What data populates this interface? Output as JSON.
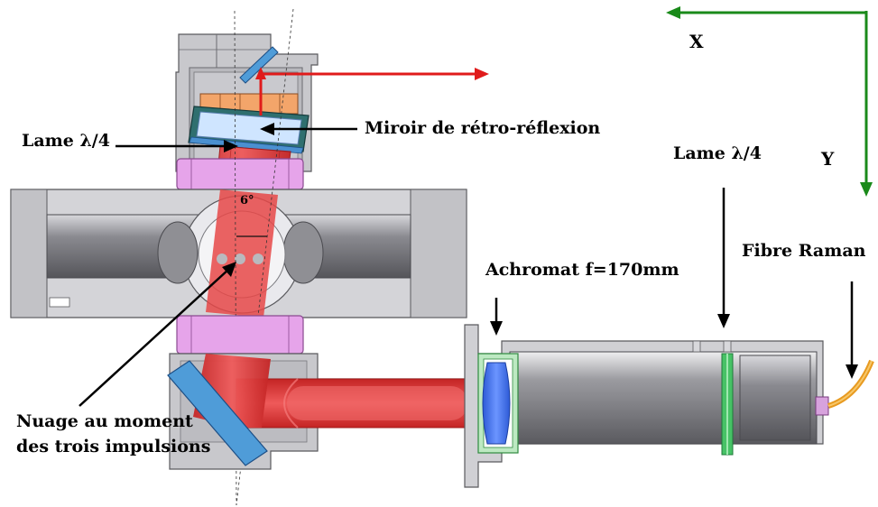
{
  "labels": {
    "lame_left": "Lame λ/4",
    "miroir": "Miroir de rétro-réflexion",
    "angle": "6°",
    "lame_right": "Lame λ/4",
    "achromat": "Achromat f=170mm",
    "fibre": "Fibre Raman",
    "nuage_line1": "Nuage au moment",
    "nuage_line2": "des trois impulsions",
    "axis_x": "X",
    "axis_y": "Y"
  },
  "colors": {
    "beam": "#e83838",
    "beam_dark": "#b81c1c",
    "housing": "#c6c6ca",
    "housing_dark": "#7d7d82",
    "pink_mount": "#e6a4ea",
    "mirror_blue": "#4f9cd8",
    "lens_blue": "#3b6fe0",
    "green_ring": "#47c266",
    "orange_plate": "#f0a060",
    "axis_green": "#1a8a1a",
    "arrow_red": "#e01b1b",
    "fiber_orange": "#e89a20"
  }
}
